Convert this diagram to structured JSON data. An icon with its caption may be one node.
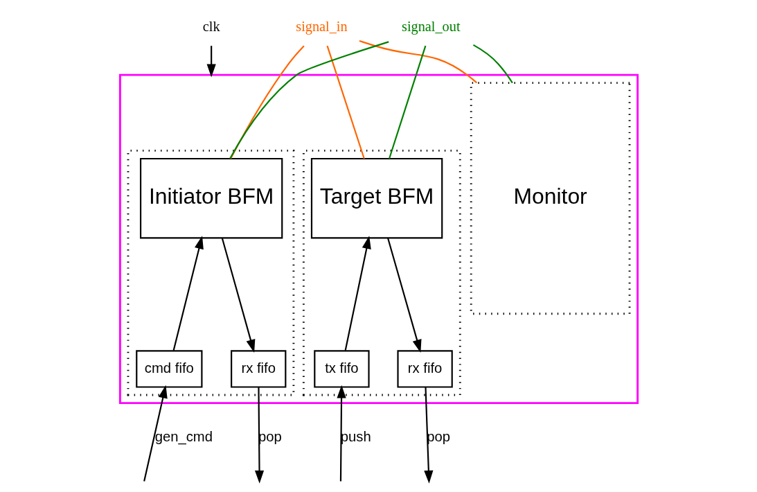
{
  "diagram": {
    "nodes": [
      {
        "text": [],
        "shape": "box"
      },
      {
        "text": [],
        "shape": "box",
        "in": 0
      },
      {
        "text": [
          "Initiator BFM"
        ],
        "in": 1
      },
      {
        "text": [
          "cmd fifo"
        ],
        "in": 1
      },
      {
        "text": [
          "rx fifo"
        ],
        "in": 1
      },
      {
        "text": [],
        "shape": "box",
        "in": 0
      },
      {
        "text": [
          "Target BFM"
        ],
        "in": 5
      },
      {
        "text": [
          "tx fifo"
        ],
        "in": 5
      },
      {
        "text": [
          "rx fifo"
        ],
        "in": 5
      },
      {
        "text": [
          "Monitor"
        ],
        "in": 0
      },
      {
        "text": [
          "signal_in"
        ]
      },
      {
        "text": [
          "signal_out"
        ]
      },
      {
        "text": [
          "clk"
        ]
      }
    ],
    "edges": [
      {
        "from": 11,
        "to": 2,
        "arrow": "none",
        "color": "#008000"
      },
      {
        "from": 10,
        "to": 2,
        "arrow": "none",
        "color": "#ff6600"
      },
      {
        "from": 11,
        "to": 6,
        "arrow": "none",
        "color": "#008000"
      },
      {
        "from": 10,
        "to": 6,
        "arrow": "none",
        "color": "#ff6600"
      },
      {
        "from": 11,
        "to": 9,
        "arrow": "none",
        "color": "#008000"
      },
      {
        "from": 10,
        "to": 9,
        "arrow": "none",
        "color": "#ff6600"
      },
      {
        "from": 12,
        "to": 0,
        "arrow": "to"
      },
      {
        "from": 3,
        "to": 2,
        "arrow": "to"
      },
      {
        "from": 2,
        "to": 4,
        "arrow": "to"
      },
      {
        "from": 7,
        "to": 6,
        "arrow": "to"
      },
      {
        "from": 6,
        "to": 8,
        "arrow": "to"
      },
      {
        "from": null,
        "to": 3,
        "arrow": "to",
        "label": "gen_cmd"
      },
      {
        "from": 4,
        "to": null,
        "arrow": "to",
        "label": "pop"
      },
      {
        "from": null,
        "to": 7,
        "arrow": "to",
        "label": "push"
      },
      {
        "from": 8,
        "to": null,
        "arrow": "to",
        "label": "pop"
      }
    ]
  }
}
